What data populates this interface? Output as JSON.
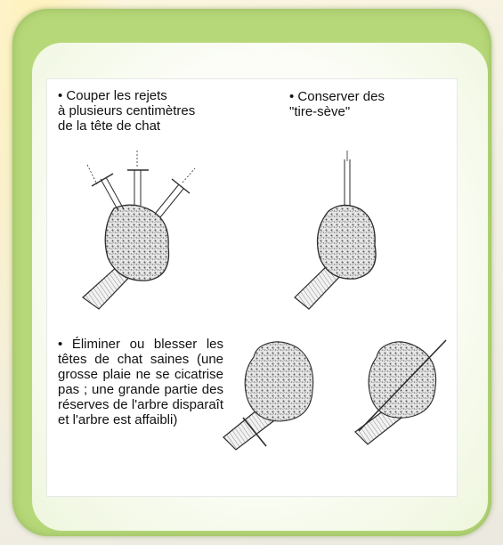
{
  "captions": {
    "top_left": "• Couper les rejets\n   à plusieurs centimètres\n   de la tête de chat",
    "top_right": "• Conserver des\n\"tire-sève\"",
    "bottom_left": "• Éliminer ou blesser les têtes de chat saines (une grosse plaie ne se cicatrise pas ; une grande partie des réserves de l'arbre disparaît et l'arbre est  affaibli)"
  },
  "colors": {
    "frame": "#b7d879",
    "ink": "#2b2b2b",
    "knob_fill": "#e3e3e3"
  }
}
